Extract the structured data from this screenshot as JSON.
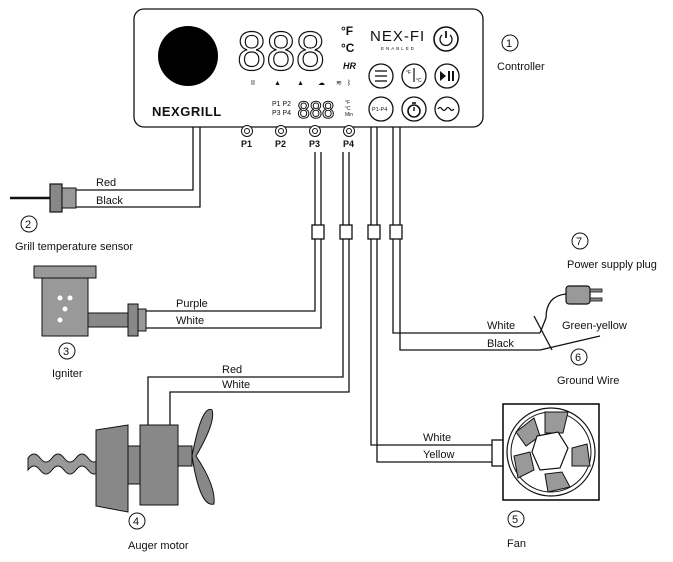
{
  "controller": {
    "brand": "NEXGRILL",
    "nexfi_logo": "NEX-FI",
    "nexfi_sub": "ENABLED",
    "display_main": "888",
    "unit_f": "°F",
    "unit_c": "°C",
    "unit_hr": "HR",
    "display_small": "888",
    "probe_label_1": "P1  P2",
    "probe_label_2": "P3  P4",
    "small_units": "°F °C Min",
    "port_labels": [
      "P1",
      "P2",
      "P3",
      "P4"
    ],
    "buttons": {
      "power": "power-icon",
      "menu": "menu-icon",
      "temp": "thermometer-icon",
      "play_pause": "play-pause-icon",
      "probes": "P1-P4",
      "timer": "timer-icon",
      "smoke": "smoke-icon"
    }
  },
  "components": [
    {
      "number": "1",
      "label": "Controller"
    },
    {
      "number": "2",
      "label": "Grill temperature sensor"
    },
    {
      "number": "3",
      "label": "Igniter"
    },
    {
      "number": "4",
      "label": "Auger motor"
    },
    {
      "number": "5",
      "label": "Fan"
    },
    {
      "number": "6",
      "label": "Ground Wire"
    },
    {
      "number": "7",
      "label": "Power supply plug"
    }
  ],
  "wires": {
    "sensor_red": "Red",
    "sensor_black": "Black",
    "igniter_purple": "Purple",
    "igniter_white": "White",
    "auger_red": "Red",
    "auger_white": "White",
    "fan_white": "White",
    "fan_yellow": "Yellow",
    "power_white": "White",
    "power_black": "Black",
    "ground_green_yellow": "Green-yellow"
  }
}
